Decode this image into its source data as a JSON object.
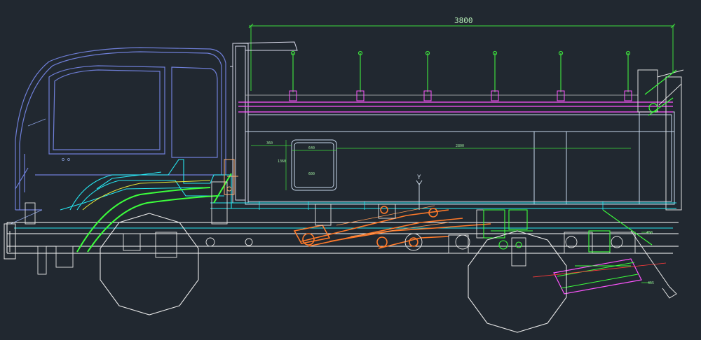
{
  "drawing": {
    "overall_length_dim": "3800",
    "inner_dims": [
      "360",
      "640",
      "2800",
      "1360",
      "600"
    ],
    "axis_label": "Y",
    "right_dims": [
      "450",
      "455"
    ],
    "colors": {
      "background": "#212830",
      "cab_outline": "#6f7fd8",
      "body_outline": "#c8d8ec",
      "frame": "#ffffff",
      "dimension": "#3ddc3d",
      "hydraulic": "#ff7a2a",
      "tarp_rail": "#ff55ff",
      "cyan_detail": "#26e8f2",
      "green_detail": "#3cff3c"
    }
  }
}
